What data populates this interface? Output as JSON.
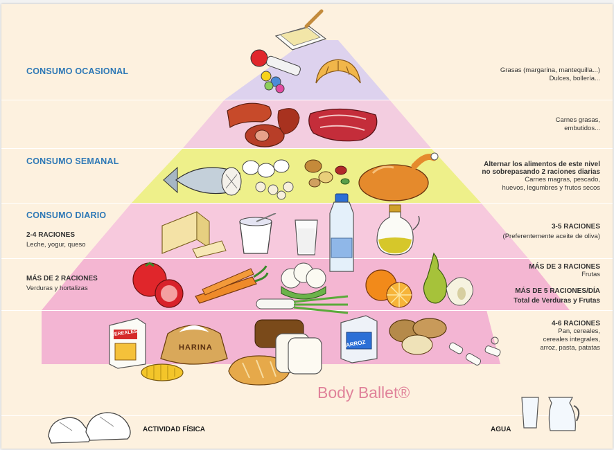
{
  "left_labels": {
    "ocasional": "CONSUMO OCASIONAL",
    "semanal": "CONSUMO SEMANAL",
    "diario": "CONSUMO DIARIO",
    "lacteos_title": "2-4 RACIONES",
    "lacteos_desc": "Leche, yogur, queso",
    "verduras_title": "MÁS DE 2 RACIONES",
    "verduras_desc": "Verduras y hortalizas"
  },
  "right_labels": {
    "grasas_line1": "Grasas (margarina, mantequilla...)",
    "grasas_line2": "Dulces, bollería...",
    "carnes_grasas_line1": "Carnes grasas,",
    "carnes_grasas_line2": "embutidos...",
    "semanal_bold1": "Alternar los alimentos de este nivel",
    "semanal_bold2": "no sobrepasando 2 raciones diarias",
    "semanal_desc1": "Carnes magras, pescado,",
    "semanal_desc2": "huevos, legumbres y frutos secos",
    "aceite_title": "3-5 RACIONES",
    "aceite_desc": "(Preferentemente aceite de oliva)",
    "frutas_title": "MÁS DE 3 RACIONES",
    "frutas_desc": "Frutas",
    "total_title": "MÁS DE 5 RACIONES/DÍA",
    "total_desc": "Total de Verduras y Frutas",
    "cereales_title": "4-6 RACIONES",
    "cereales_desc1": "Pan, cereales,",
    "cereales_desc2": "cereales integrales,",
    "cereales_desc3": "arroz, pasta, patatas"
  },
  "packages": {
    "cereales": "CEREALES",
    "harina": "HARINA",
    "arroz": "ARROZ"
  },
  "watermark": "Body Ballet®",
  "footer": {
    "actividad": "ACTIVIDAD FÍSICA",
    "agua": "AGUA"
  },
  "colors": {
    "background": "#fdf1df",
    "section_blue": "#2f79b6",
    "tier_top": "#ddd2ee",
    "tier_grasas": "#f3cde0",
    "tier_semanal": "#eef08a",
    "tier_diario": "#f7c9dd",
    "tier_verduras": "#f4b6d2",
    "tier_base": "#f3b5d3",
    "watermark": "#e0829a"
  },
  "icons": [
    "bread-butter-icon",
    "candy-icon",
    "croissant-icon",
    "sausage-icon",
    "steak-icon",
    "fish-icon",
    "eggs-icon",
    "nuts-icon",
    "chicken-icon",
    "cheese-icon",
    "yogurt-icon",
    "milk-icon",
    "water-bottle-icon",
    "oil-bottle-icon",
    "tomato-icon",
    "carrot-icon",
    "cauliflower-icon",
    "leek-icon",
    "orange-icon",
    "pear-icon",
    "cereal-box-icon",
    "flour-sack-icon",
    "bread-loaf-icon",
    "sliced-bread-icon",
    "rice-box-icon",
    "potato-icon",
    "pasta-icon",
    "corn-icon",
    "sneakers-icon",
    "water-glass-icon",
    "water-jug-icon"
  ]
}
